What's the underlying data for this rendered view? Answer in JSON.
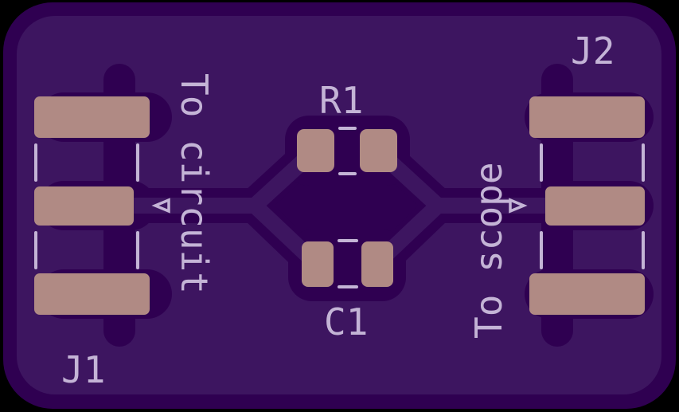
{
  "board": {
    "colors": {
      "background": "#000000",
      "edge": "#2f0051",
      "fill": "#3d1560",
      "pad": "#b08a84",
      "silkscreen": "#c4b4d6"
    }
  },
  "connectors": {
    "j1": {
      "ref": "J1",
      "label": "To circuit",
      "pin1_marker": "triangle"
    },
    "j2": {
      "ref": "J2",
      "label": "To scope",
      "pin1_marker": "triangle"
    }
  },
  "components": {
    "r1": {
      "ref": "R1"
    },
    "c1": {
      "ref": "C1"
    }
  }
}
